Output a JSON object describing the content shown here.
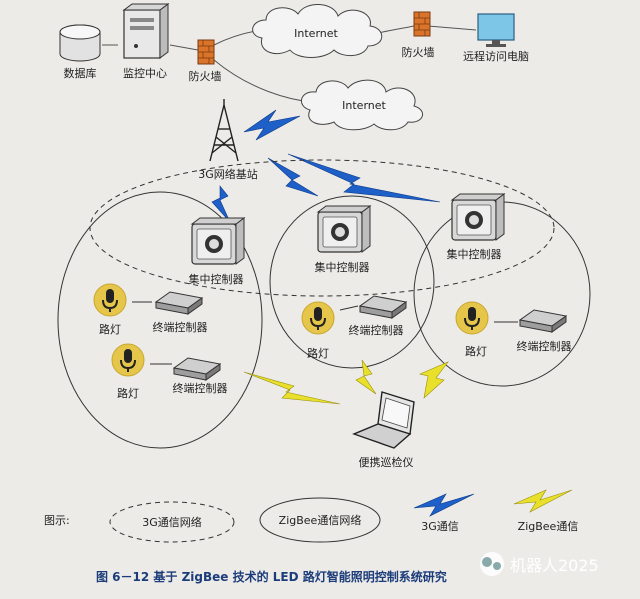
{
  "nodes": {
    "database": "数据库",
    "monitor_center": "监控中心",
    "firewall_left": "防火墙",
    "internet_top": "Internet",
    "firewall_right": "防火墙",
    "remote_pc": "远程访问电脑",
    "internet_mid": "Internet",
    "base_station": "3G网络基站"
  },
  "clusters": {
    "left": {
      "controller": "集中控制器",
      "lamp1": "路灯",
      "terminal1": "终端控制器",
      "lamp2": "路灯",
      "terminal2": "终端控制器"
    },
    "middle": {
      "controller": "集中控制器",
      "lamp": "路灯",
      "terminal": "终端控制器"
    },
    "right": {
      "controller": "集中控制器",
      "lamp": "路灯",
      "terminal": "终端控制器"
    }
  },
  "inspector": "便携巡检仪",
  "legend": {
    "title": "图示:",
    "net_3g": "3G通信网络",
    "net_zigbee": "ZigBee通信网络",
    "comm_3g": "3G通信",
    "comm_zigbee": "ZigBee通信"
  },
  "caption": "图 6－12   基于 ZigBee 技术的 LED 路灯智能照明控制系统研究",
  "watermark": "机器人2025",
  "colors": {
    "bolt_3g": "#1e5fc8",
    "bolt_zigbee": "#e8e02a",
    "lamp_circle": "#e6c64a",
    "caption": "#1d3d7a"
  }
}
